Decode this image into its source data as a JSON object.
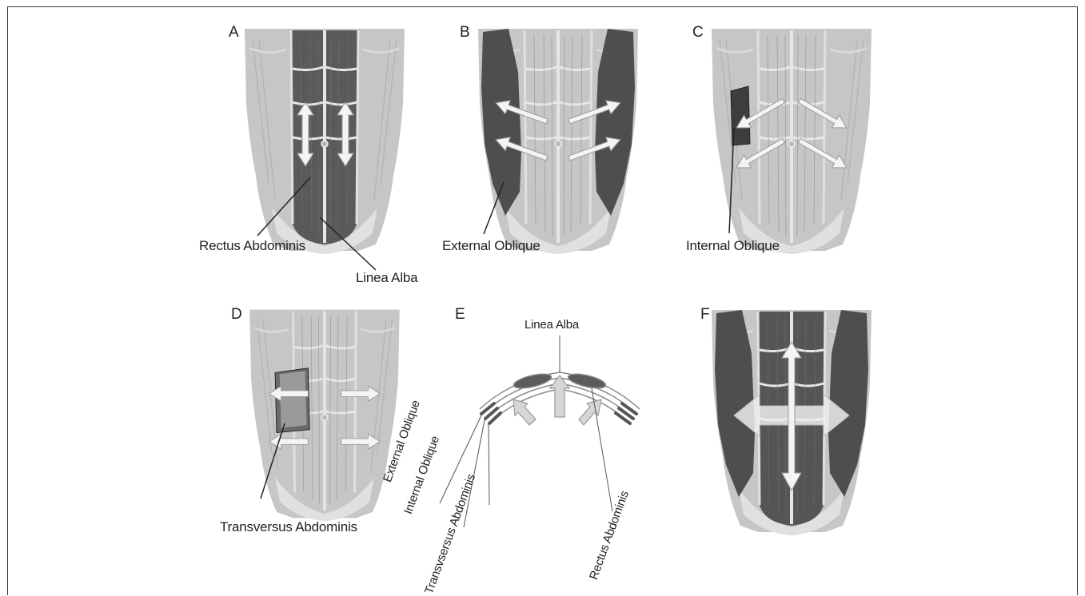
{
  "panels": [
    {
      "id": "A",
      "letter": "A",
      "labels": [
        "Rectus Abdominis",
        "Linea Alba"
      ]
    },
    {
      "id": "B",
      "letter": "B",
      "labels": [
        "External Oblique"
      ]
    },
    {
      "id": "C",
      "letter": "C",
      "labels": [
        "Internal Oblique"
      ]
    },
    {
      "id": "D",
      "letter": "D",
      "labels": [
        "Transversus Abdominis"
      ]
    },
    {
      "id": "E",
      "letter": "E",
      "labels": [
        "Linea Alba",
        "External Oblique",
        "Internal Oblique",
        "Transvsersus Abdominis",
        "Rectus Abdominis"
      ]
    },
    {
      "id": "F",
      "letter": "F",
      "labels": []
    }
  ],
  "colors": {
    "muscle_light": "#c9c9c9",
    "muscle_mid": "#a9a9a9",
    "muscle_dark": "#4a4a4a",
    "arrow_fill": "#f4f4f4",
    "arrow_stroke": "#9a9a9a"
  }
}
